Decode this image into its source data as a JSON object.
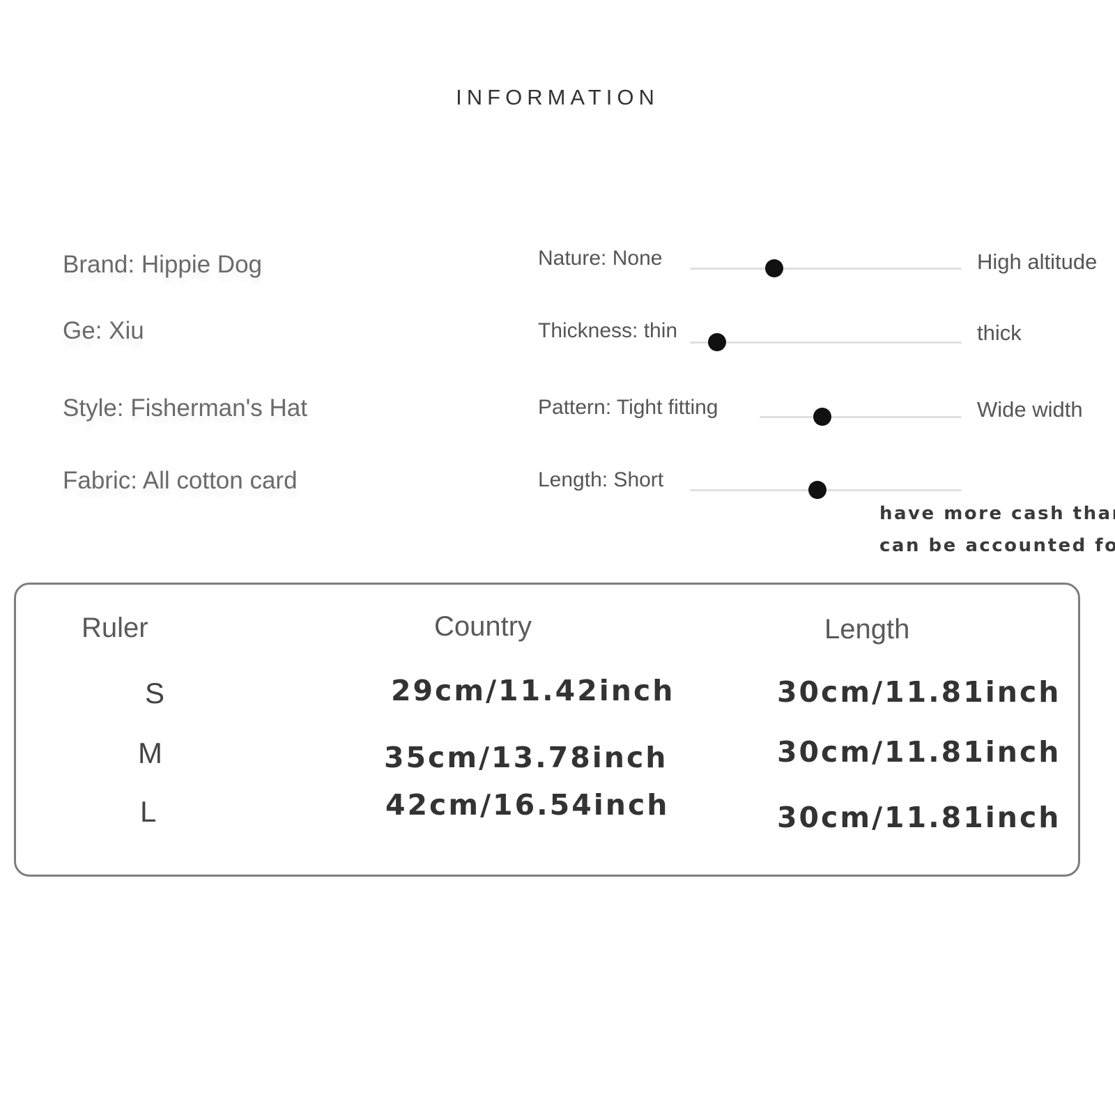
{
  "title": "INFORMATION",
  "attributes": [
    "Brand: Hippie Dog",
    "Ge: Xiu",
    "Style: Fisherman's Hat",
    "Fabric: All cotton card"
  ],
  "sliders": [
    {
      "label": "Nature: None",
      "end_label": "High altitude",
      "value": 0.31
    },
    {
      "label": "Thickness: thin",
      "end_label": "thick",
      "value": 0.1
    },
    {
      "label": "Pattern: Tight fitting",
      "end_label": "Wide width",
      "value": 0.31
    },
    {
      "label": "Length: Short",
      "end_label": "",
      "value": 0.47
    }
  ],
  "note": {
    "line1": "have more cash than",
    "line2": "can be accounted for"
  },
  "size_table": {
    "headers": [
      "Ruler",
      "Country",
      "Length"
    ],
    "rows": [
      {
        "size": "S",
        "country": "29cm/11.42inch",
        "length": "30cm/11.81inch"
      },
      {
        "size": "M",
        "country": "35cm/13.78inch",
        "length": "30cm/11.81inch"
      },
      {
        "size": "L",
        "country": "42cm/16.54inch",
        "length": "30cm/11.81inch"
      }
    ]
  }
}
